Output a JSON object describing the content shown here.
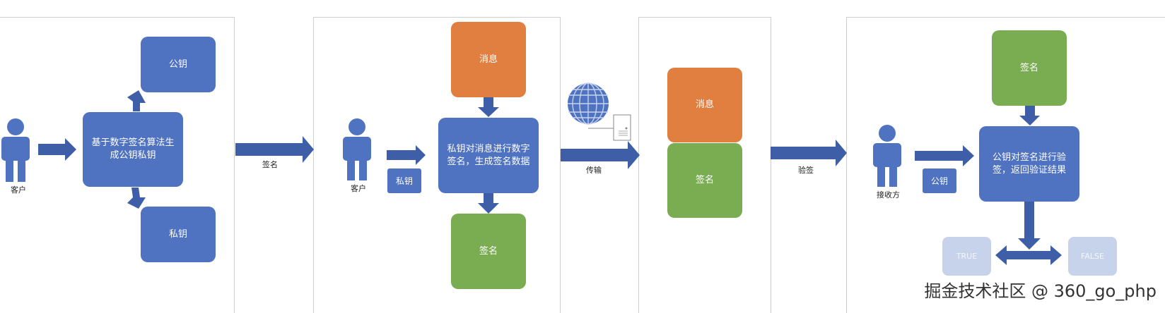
{
  "panel1": {
    "actor_label": "客户",
    "generate_box": "基于数字签名算法生成公钥私钥",
    "public_key_box": "公钥",
    "private_key_box": "私钥"
  },
  "arrow1_label": "签名",
  "panel2": {
    "actor_label": "客户",
    "private_key_tag": "私钥",
    "message_box": "消息",
    "sign_process_box": "私钥对消息进行数字签名，生成签名数据",
    "signature_box": "签名"
  },
  "arrow2_label": "传输",
  "panel3": {
    "message_box": "消息",
    "signature_box": "签名"
  },
  "arrow3_label": "验签",
  "panel4": {
    "actor_label": "接收方",
    "public_key_tag": "公钥",
    "signature_box": "签名",
    "verify_box": "公钥对签名进行验签，返回验证结果",
    "true_box": "TRUE",
    "false_box": "FALSE"
  },
  "watermark": "掘金技术社区 @ 360_go_php",
  "colors": {
    "blue": "#4f72c1",
    "orange": "#e07f40",
    "green": "#7aad52",
    "arrow": "#3f5ea8"
  }
}
